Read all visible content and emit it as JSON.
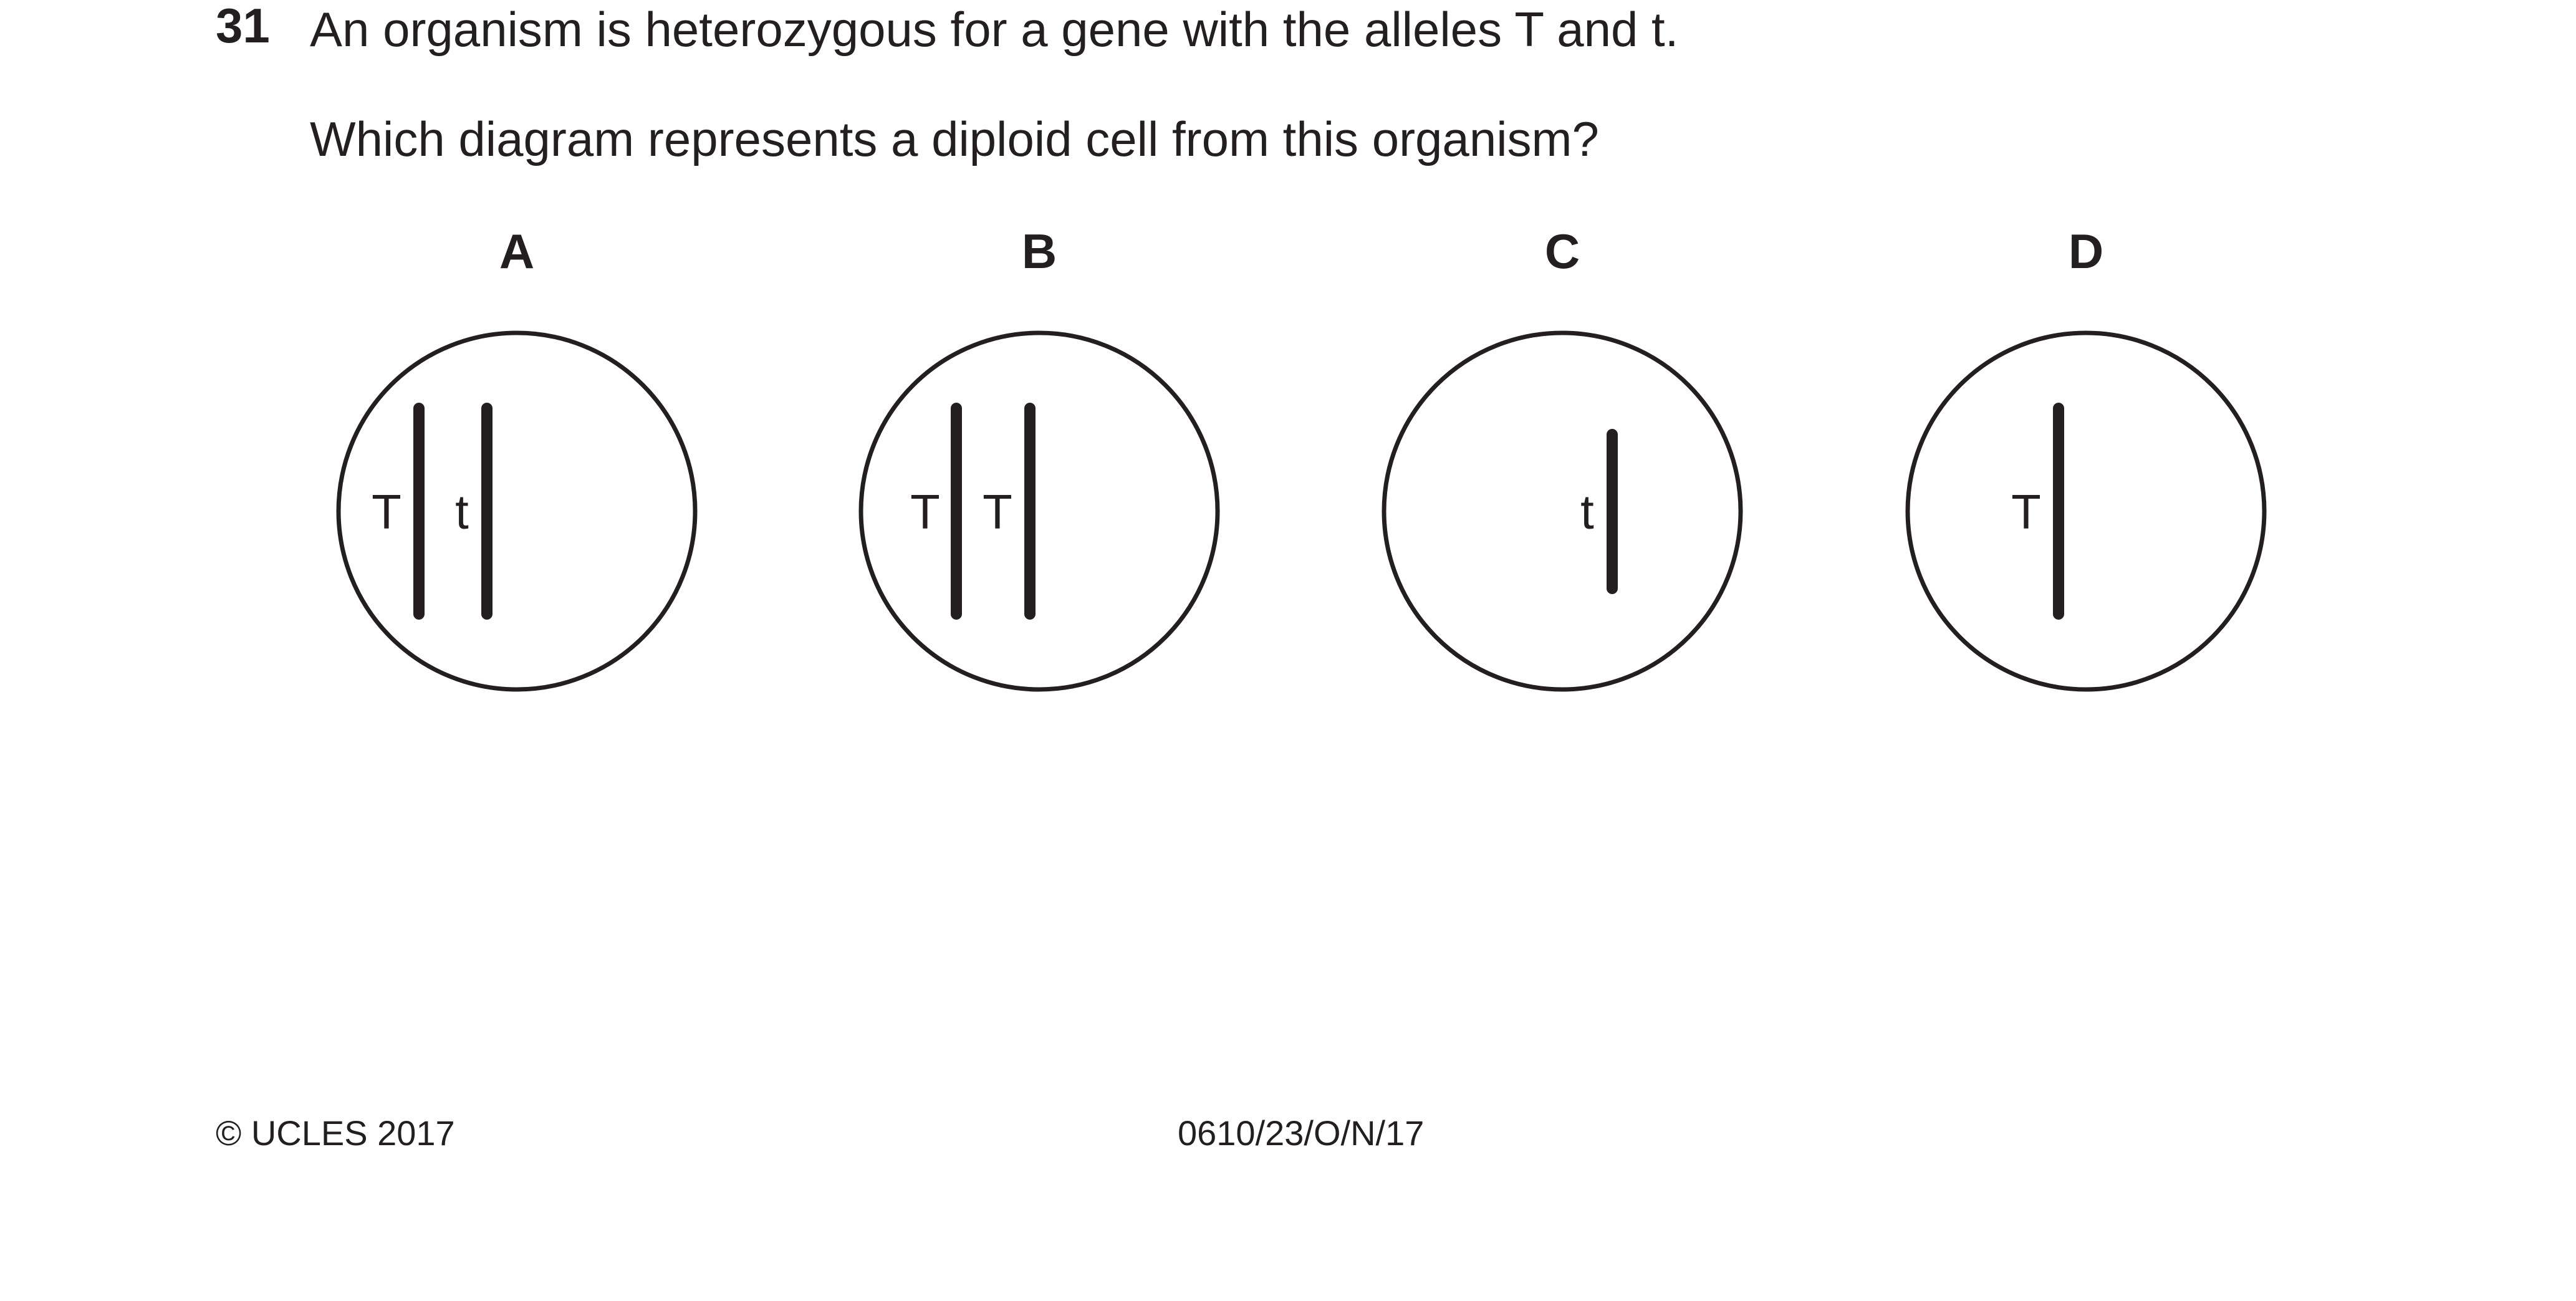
{
  "question": {
    "number": "31",
    "stem": "An organism is heterozygous for a gene with the alleles T and t.",
    "prompt": "Which diagram represents a diploid cell from this organism?"
  },
  "options": [
    {
      "label": "A",
      "alleles": [
        "T",
        "t"
      ]
    },
    {
      "label": "B",
      "alleles": [
        "T",
        "T"
      ]
    },
    {
      "label": "C",
      "alleles": [
        "t"
      ]
    },
    {
      "label": "D",
      "alleles": [
        "T"
      ]
    }
  ],
  "footer": {
    "copyright": "© UCLES 2017",
    "paper_code": "0610/23/O/N/17"
  },
  "colors": {
    "ink": "#231f20",
    "background": "#ffffff"
  }
}
